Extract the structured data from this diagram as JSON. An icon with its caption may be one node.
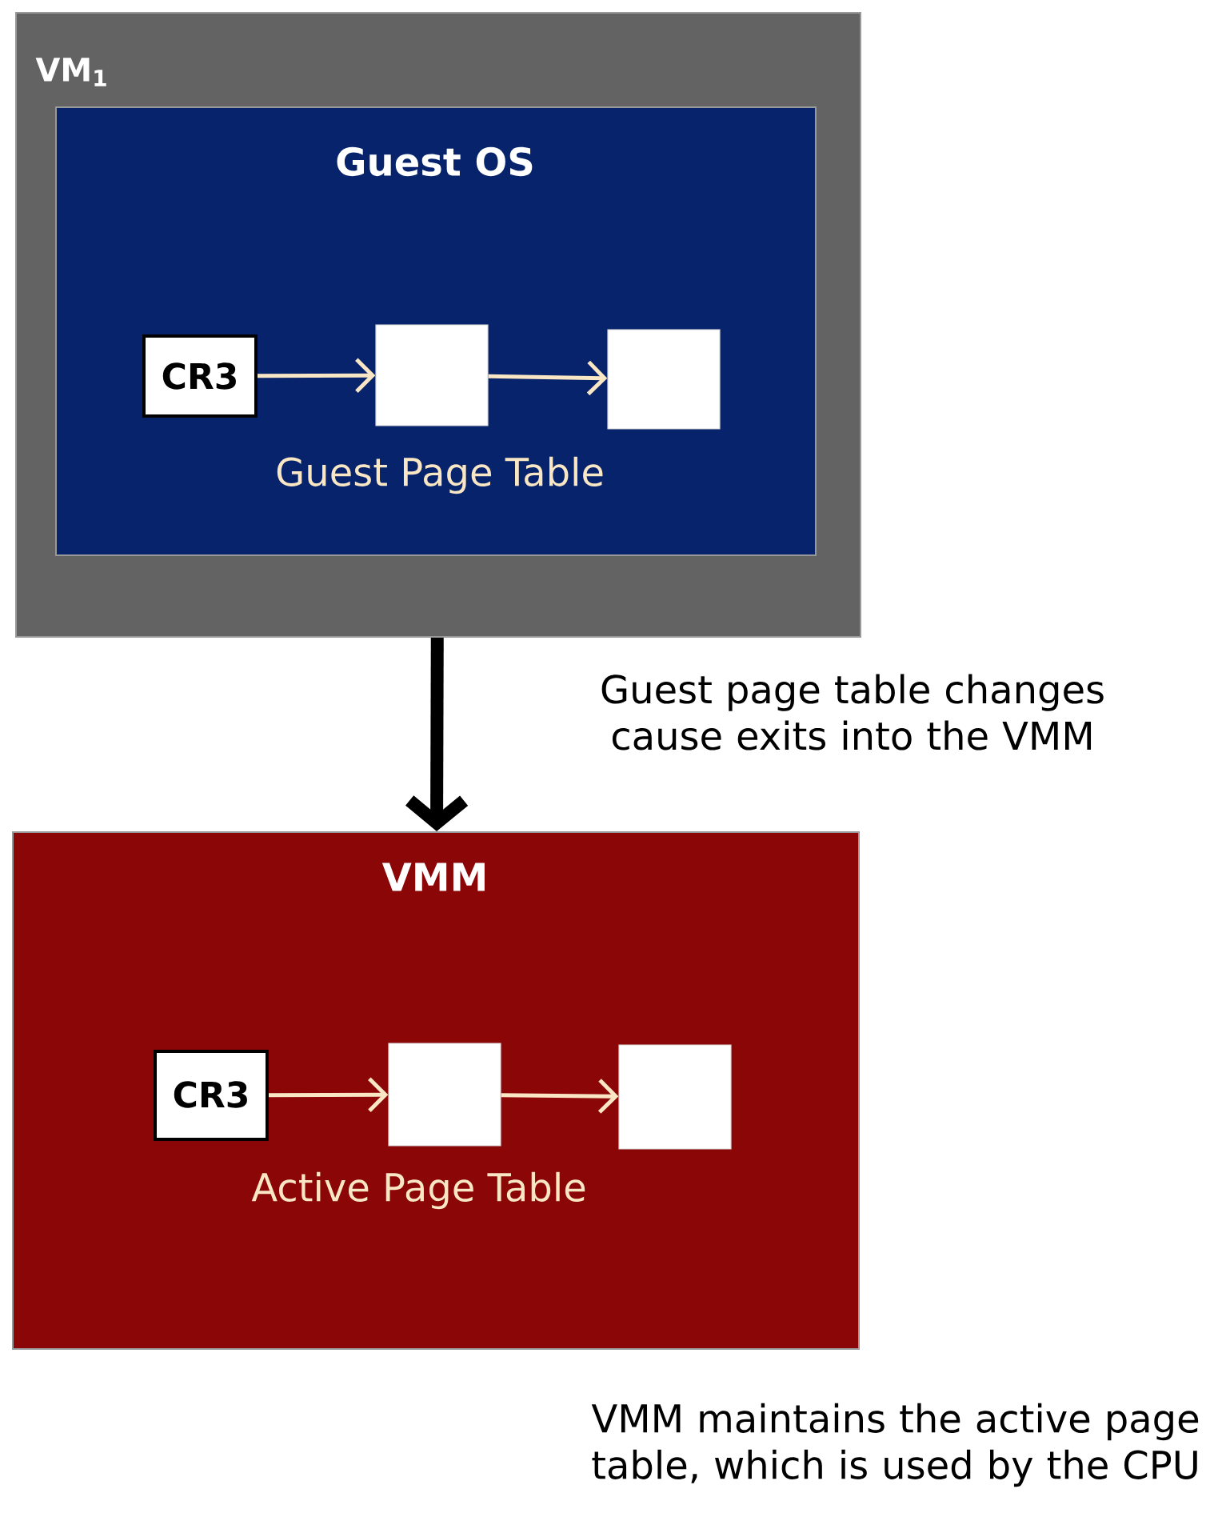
{
  "diagram": {
    "nodes": [
      {
        "text": [
          "VM$_{1}$"
        ]
      },
      {
        "text": [
          "Guest OS",
          "Guest Page Table"
        ],
        "in": 0
      },
      {
        "text": [
          "CR3"
        ],
        "in": 1
      },
      {
        "text": [],
        "shape": "box",
        "in": 1
      },
      {
        "text": [],
        "shape": "box",
        "in": 1
      },
      {
        "text": [
          "VMM",
          "Active Page Table"
        ]
      },
      {
        "text": [
          "CR3"
        ],
        "in": 5
      },
      {
        "text": [],
        "shape": "box",
        "in": 5
      },
      {
        "text": [],
        "shape": "box",
        "in": 5
      }
    ],
    "edges": [
      {
        "from": 2,
        "to": 3,
        "arrow": "to"
      },
      {
        "from": 3,
        "to": 4,
        "arrow": "to"
      },
      {
        "from": 0,
        "to": 5,
        "arrow": "to",
        "style": "thick",
        "color": "#000000",
        "label": "Guest page table changes cause exits into the VMM"
      },
      {
        "from": 6,
        "to": 7,
        "arrow": "to"
      },
      {
        "from": 7,
        "to": 8,
        "arrow": "to"
      }
    ],
    "labels": [
      "VMM maintains the active page table, which is used by the CPU"
    ]
  }
}
